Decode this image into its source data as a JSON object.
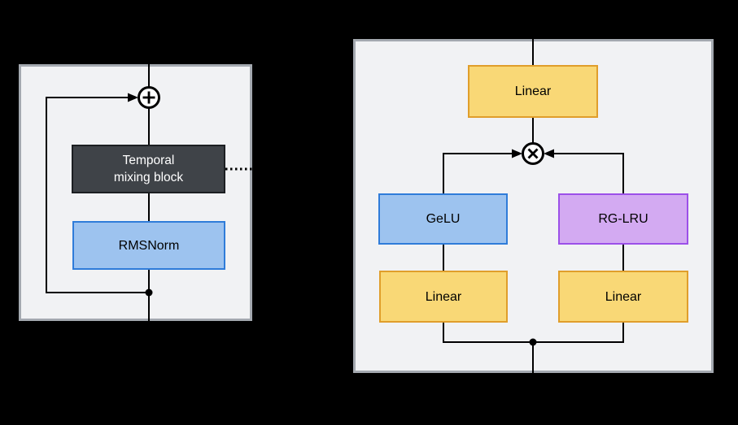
{
  "figure": {
    "type": "architecture-block-diagram",
    "background": "#000000"
  },
  "colors": {
    "panel_fill": "#F1F2F4",
    "panel_border": "#A4A9B0",
    "wire": "#000000",
    "dark_node_fill": "#3F4348",
    "dark_node_border": "#1C1F22",
    "dark_node_text": "#FFFFFF",
    "blue_fill": "#9DC3EF",
    "blue_border": "#2F7CD9",
    "yellow_fill": "#F9D876",
    "yellow_border": "#E09E2B",
    "purple_fill": "#D3AAF2",
    "purple_border": "#9C50E8"
  },
  "left_panel": {
    "nodes": {
      "temporal_mixing": "Temporal\nmixing block",
      "rmsnorm": "RMSNorm"
    },
    "operators": {
      "sum": "circled-plus"
    },
    "connections": {
      "skip": "residual skip connection",
      "side": "dotted connector to right panel"
    }
  },
  "right_panel": {
    "nodes": {
      "linear_top": "Linear",
      "gelu": "GeLU",
      "rg_lru": "RG-LRU",
      "linear_left": "Linear",
      "linear_right": "Linear"
    },
    "operators": {
      "product": "circled-times"
    }
  }
}
